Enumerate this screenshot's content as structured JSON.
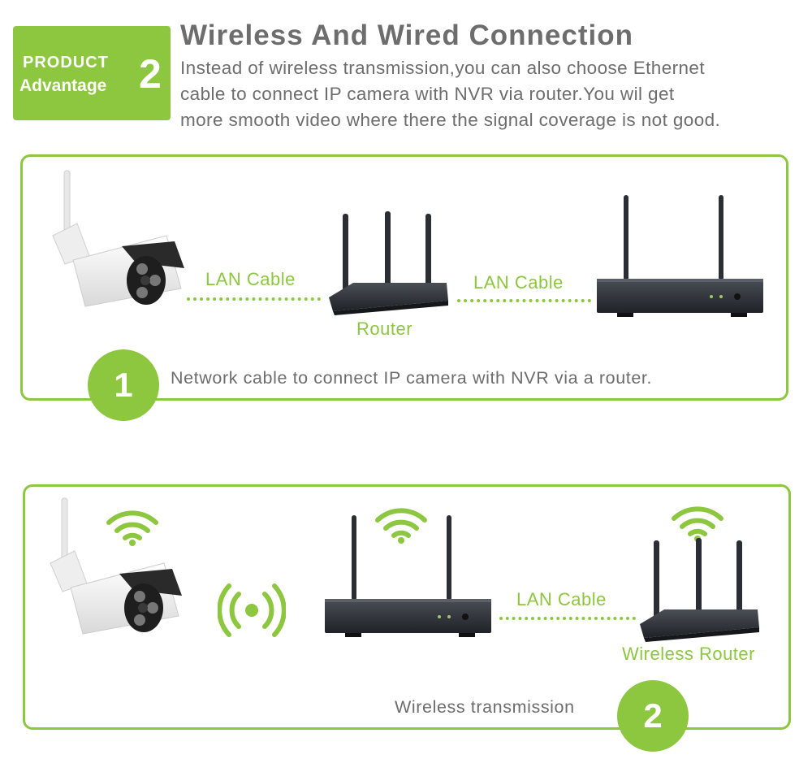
{
  "badge": {
    "line1": "PRODUCT",
    "line2": "Advantage",
    "number": "2"
  },
  "header": {
    "title": "Wireless And Wired Connection",
    "description_lines": [
      "Instead of wireless transmission,you can also choose Ethernet",
      "cable to connect IP camera with NVR via router.You wil get",
      "more smooth video where there the signal coverage is not good."
    ]
  },
  "panel1": {
    "number": "1",
    "lan_left": "LAN Cable",
    "lan_right": "LAN Cable",
    "router_label": "Router",
    "caption": "Network cable to connect IP camera with NVR via a router."
  },
  "panel2": {
    "number": "2",
    "lan_label": "LAN Cable",
    "router_label": "Wireless Router",
    "caption": "Wireless transmission"
  },
  "icons": [
    "ip-camera-icon",
    "router-icon",
    "nvr-icon",
    "wifi-icon",
    "wireless-signal-icon"
  ],
  "colors": {
    "accent": "#8dc63f",
    "text": "#6d6d6d",
    "device": "#2b2f35"
  }
}
